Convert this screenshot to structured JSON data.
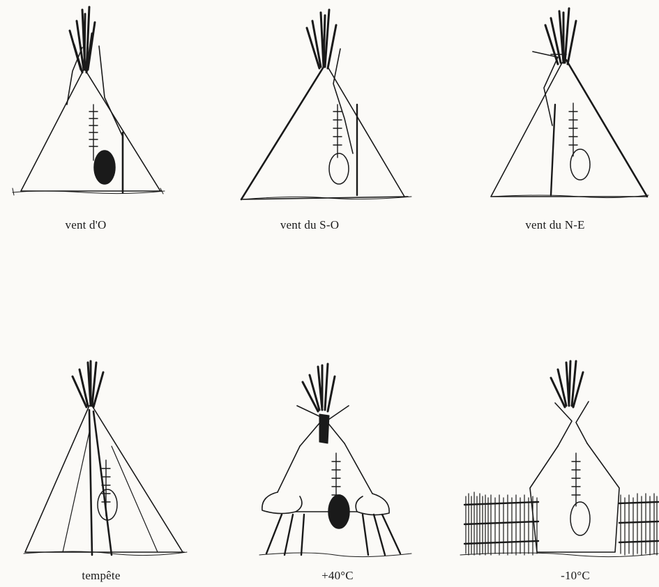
{
  "panels": [
    {
      "caption": "vent d'O"
    },
    {
      "caption": "vent du S-O"
    },
    {
      "caption": "vent du N-E"
    },
    {
      "caption": "tempête"
    },
    {
      "caption": "+40°C"
    },
    {
      "caption": "-10°C"
    }
  ],
  "colors": {
    "ink": "#1a1a1a",
    "paper": "#fbfaf7"
  }
}
